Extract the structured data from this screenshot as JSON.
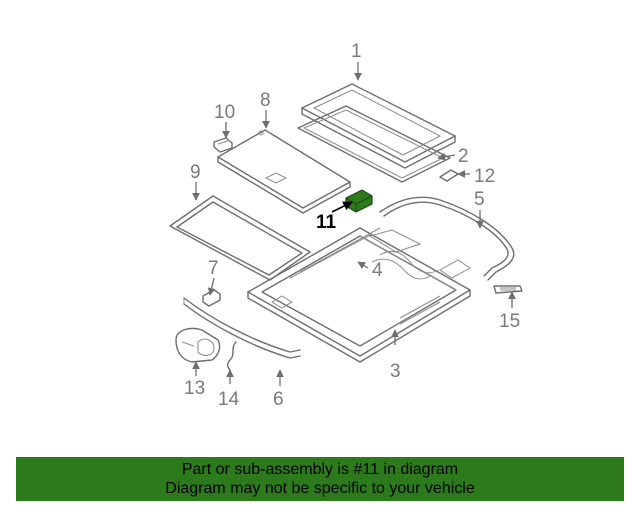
{
  "diagram": {
    "callouts": [
      "1",
      "2",
      "3",
      "4",
      "5",
      "6",
      "7",
      "8",
      "9",
      "10",
      "11",
      "12",
      "13",
      "14",
      "15"
    ],
    "highlighted_callout": "11",
    "highlight_color": "#2d7a1d"
  },
  "footer": {
    "line1": "Part or sub-assembly is #11 in diagram",
    "line2": "Diagram may not be specific to your vehicle",
    "background_color": "#2d7a1d"
  }
}
